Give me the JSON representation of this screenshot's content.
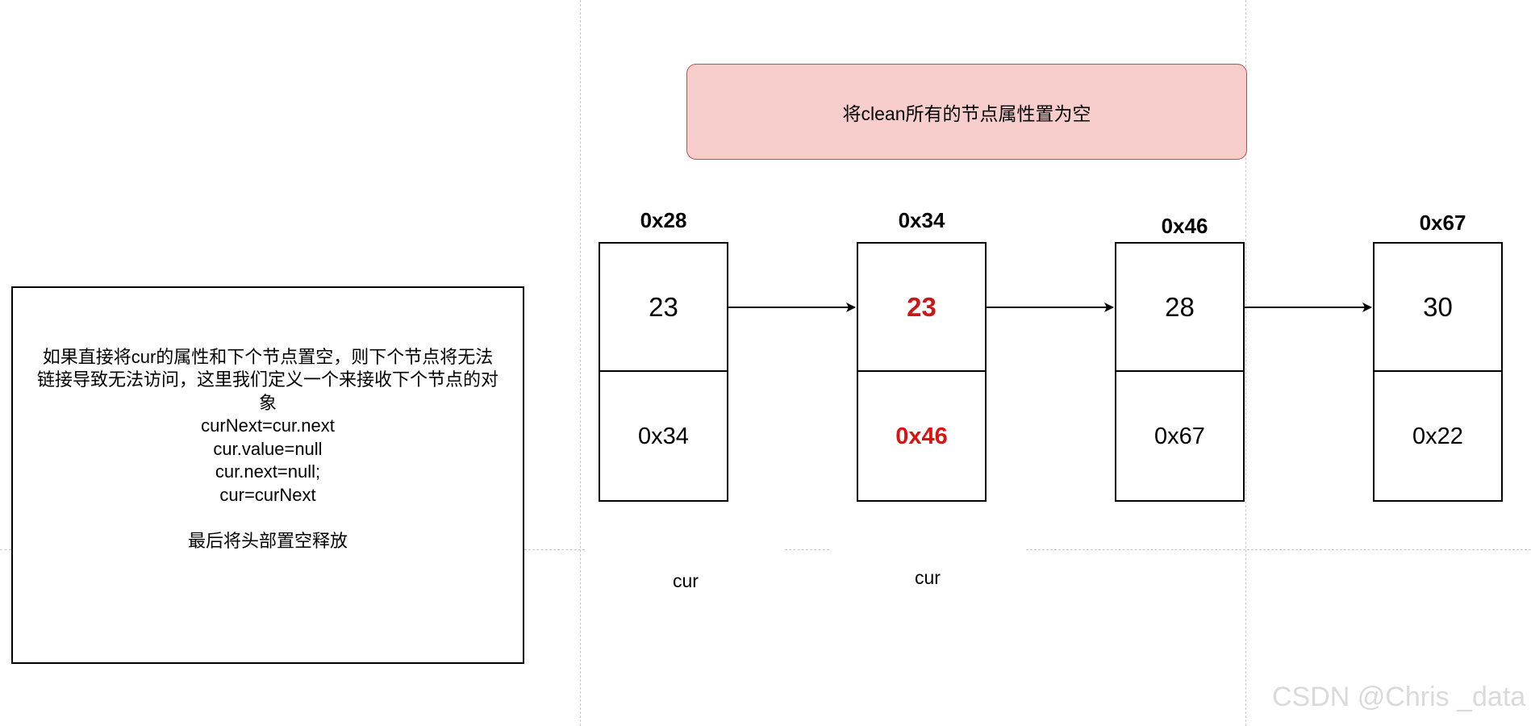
{
  "explanation": {
    "lines": [
      "如果直接将cur的属性和下个节点置空，则下个节点将无法",
      "链接导致无法访问，这里我们定义一个来接收下个节点的对",
      "象",
      "curNext=cur.next",
      "cur.value=null",
      "cur.next=null;",
      "cur=curNext",
      "",
      "最后将头部置空释放"
    ]
  },
  "note": {
    "text": "将clean所有的节点属性置为空",
    "fill": "#f8cecc",
    "stroke": "#b85450"
  },
  "nodes": [
    {
      "address": "0x28",
      "value": "23",
      "next": "0x34"
    },
    {
      "address": "0x34",
      "value": "23",
      "next": "0x46"
    },
    {
      "address": "0x46",
      "value": "28",
      "next": "0x67"
    },
    {
      "address": "0x67",
      "value": "30",
      "next": "0x22"
    }
  ],
  "pointers": [
    {
      "label": "cur",
      "node": "0x28"
    },
    {
      "label": "cur",
      "node": "0x34"
    }
  ],
  "highlight_color": "#d21a1a",
  "watermark": "CSDN @Chris _data"
}
